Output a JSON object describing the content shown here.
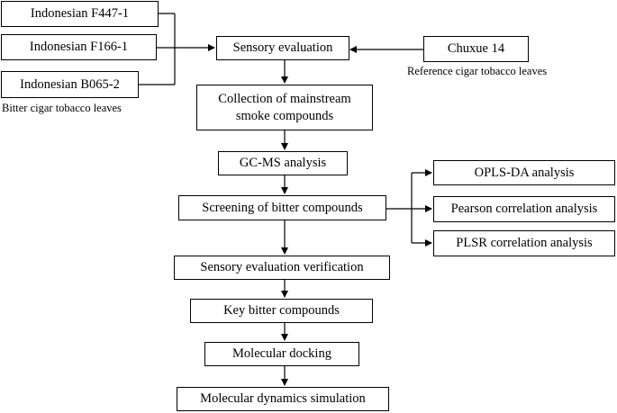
{
  "samples": {
    "bitter": [
      "Indonesian F447-1",
      "Indonesian F166-1",
      "Indonesian B065-2"
    ],
    "bitter_caption": "Bitter cigar tobacco leaves",
    "reference": "Chuxue 14",
    "reference_caption": "Reference cigar tobacco leaves"
  },
  "steps": {
    "sensory_evaluation": "Sensory evaluation",
    "collection_line1": "Collection of mainstream",
    "collection_line2": "smoke compounds",
    "gcms": "GC-MS analysis",
    "screening": "Screening of bitter compounds",
    "verification": "Sensory evaluation verification",
    "key_compounds": "Key bitter compounds",
    "docking": "Molecular docking",
    "dynamics": "Molecular dynamics simulation"
  },
  "analyses": [
    "OPLS-DA analysis",
    "Pearson correlation analysis",
    "PLSR correlation analysis"
  ]
}
